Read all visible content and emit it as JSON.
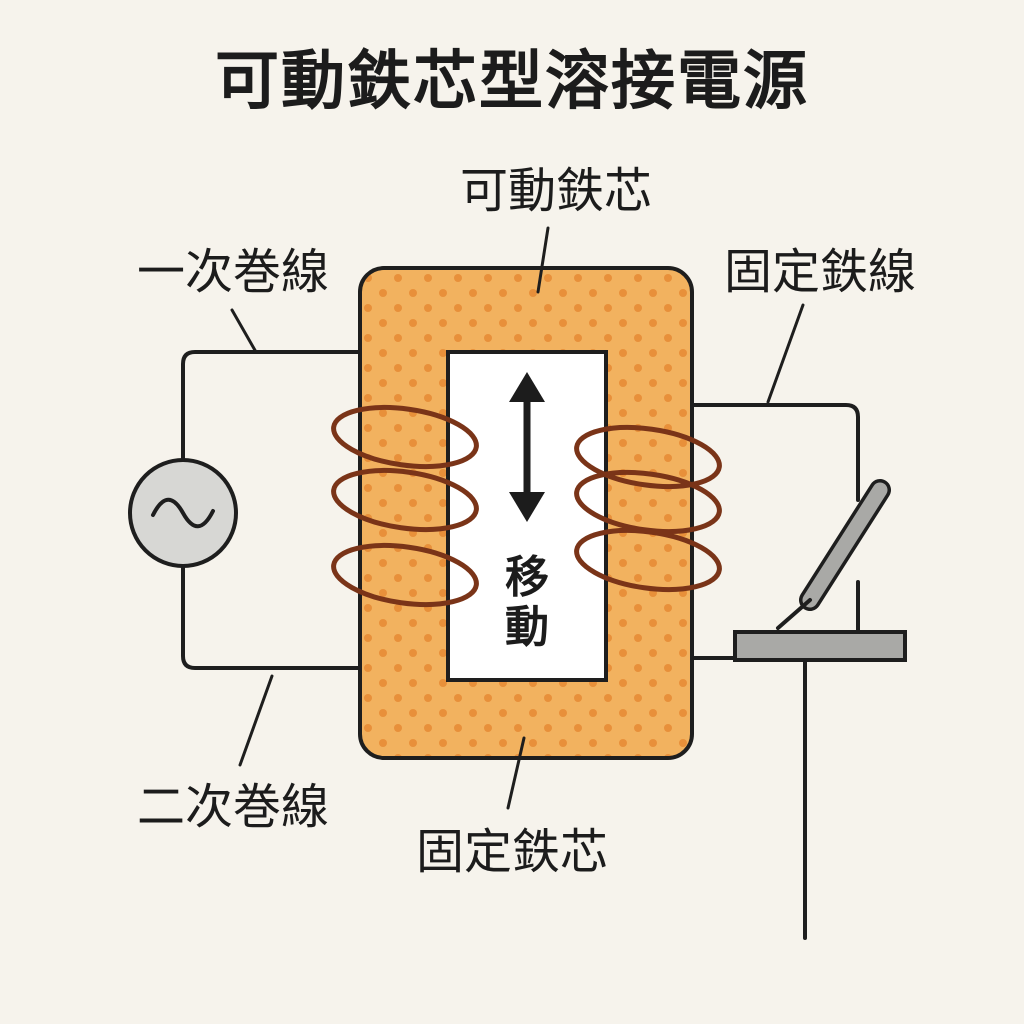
{
  "title": "可動鉄芯型溶接電源",
  "labels": {
    "movable_core": "可動鉄芯",
    "primary_winding": "一次巻線",
    "secondary_winding": "二次巻線",
    "fixed_wire": "固定鉄線",
    "fixed_core": "固定鉄芯",
    "move_line1": "移",
    "move_line2": "動"
  },
  "icons": {
    "ac_source": "ac-source-icon",
    "arrow": "double-arrow-icon",
    "torch": "welding-torch-icon",
    "workpiece": "workpiece-plate-icon"
  },
  "colors": {
    "background": "#f6f3ec",
    "core_fill": "#f2b25f",
    "core_dots": "#e8903a",
    "coil": "#7a3418",
    "ac_source_fill": "#d7d7d4",
    "plate": "#a9a9a6",
    "line": "#1e1e1e"
  }
}
